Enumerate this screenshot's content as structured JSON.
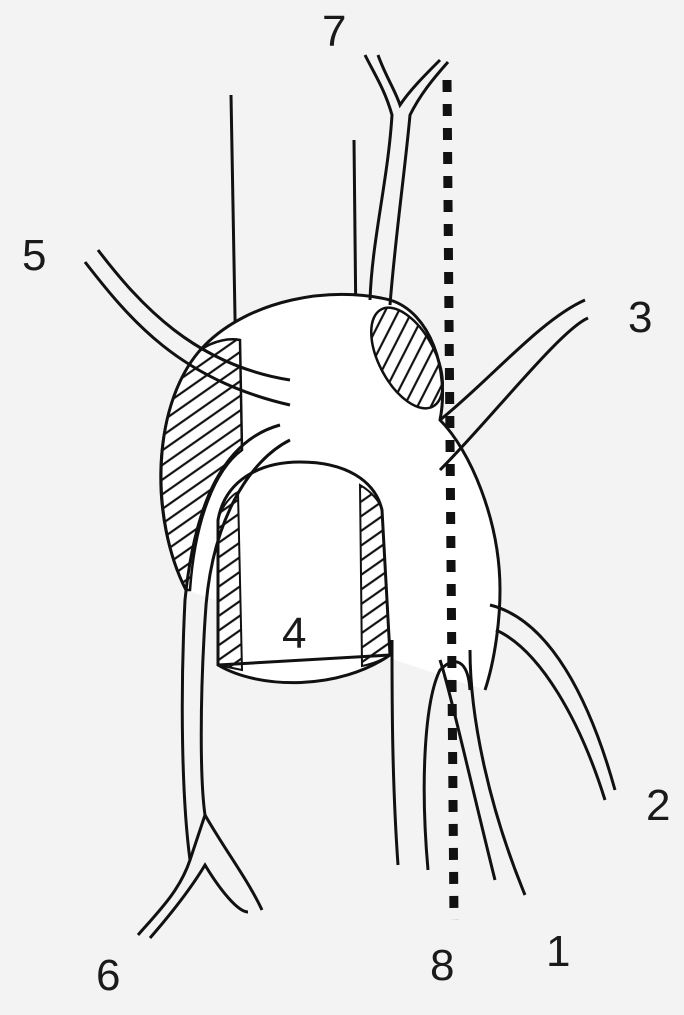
{
  "diagram": {
    "labels": {
      "one": "1",
      "two": "2",
      "three": "3",
      "four": "4",
      "five": "5",
      "six": "6",
      "seven": "7",
      "eight": "8"
    }
  },
  "colors": {
    "background": "#f3f3f3",
    "ink": "#111111",
    "fill": "#ffffff"
  }
}
